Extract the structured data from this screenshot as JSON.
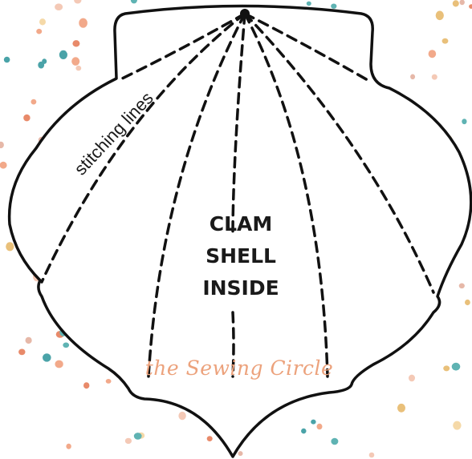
{
  "pattern": {
    "title_lines": [
      "CLAM",
      "SHELL",
      "INSIDE"
    ],
    "stitching_label": "stitching lines",
    "brand": "the Sewing Circle"
  },
  "colors": {
    "outline": "#111111",
    "brand": "#eca27c",
    "dots": [
      "#f2a98a",
      "#e9c07a",
      "#5fb3b3",
      "#f4c9b6",
      "#e88a6a",
      "#f5d9a8",
      "#4aa3a8",
      "#e6b8a8"
    ]
  },
  "icons": {
    "center_point": "apex-dot-icon"
  }
}
